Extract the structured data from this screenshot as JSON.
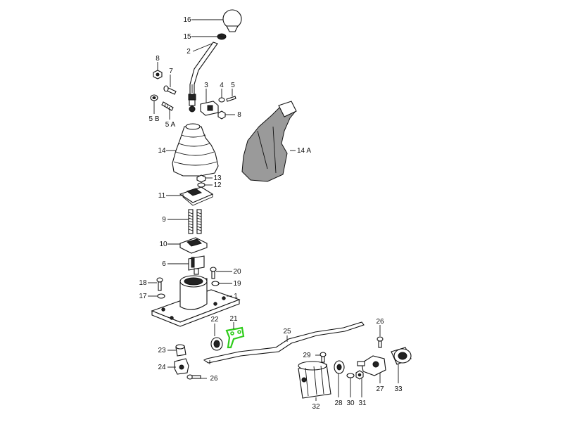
{
  "diagram": {
    "highlight_color": "#2ecc1a",
    "labels": {
      "l16": "16",
      "l15": "15",
      "l2": "2",
      "l8a": "8",
      "l7": "7",
      "l3": "3",
      "l4": "4",
      "l5": "5",
      "l8b": "8",
      "l5b": "5 B",
      "l5a": "5 A",
      "l14": "14",
      "l14a": "14 A",
      "l13": "13",
      "l12": "12",
      "l11": "11",
      "l9": "9",
      "l10": "10",
      "l6": "6",
      "l20": "20",
      "l18": "18",
      "l19": "19",
      "l17": "17",
      "l1": "1",
      "l22": "22",
      "l21": "21",
      "l25": "25",
      "l26a": "26",
      "l23": "23",
      "l24": "24",
      "l26b": "26",
      "l29": "29",
      "l32": "32",
      "l28": "28",
      "l30": "30",
      "l31": "31",
      "l27": "27",
      "l33": "33"
    }
  }
}
